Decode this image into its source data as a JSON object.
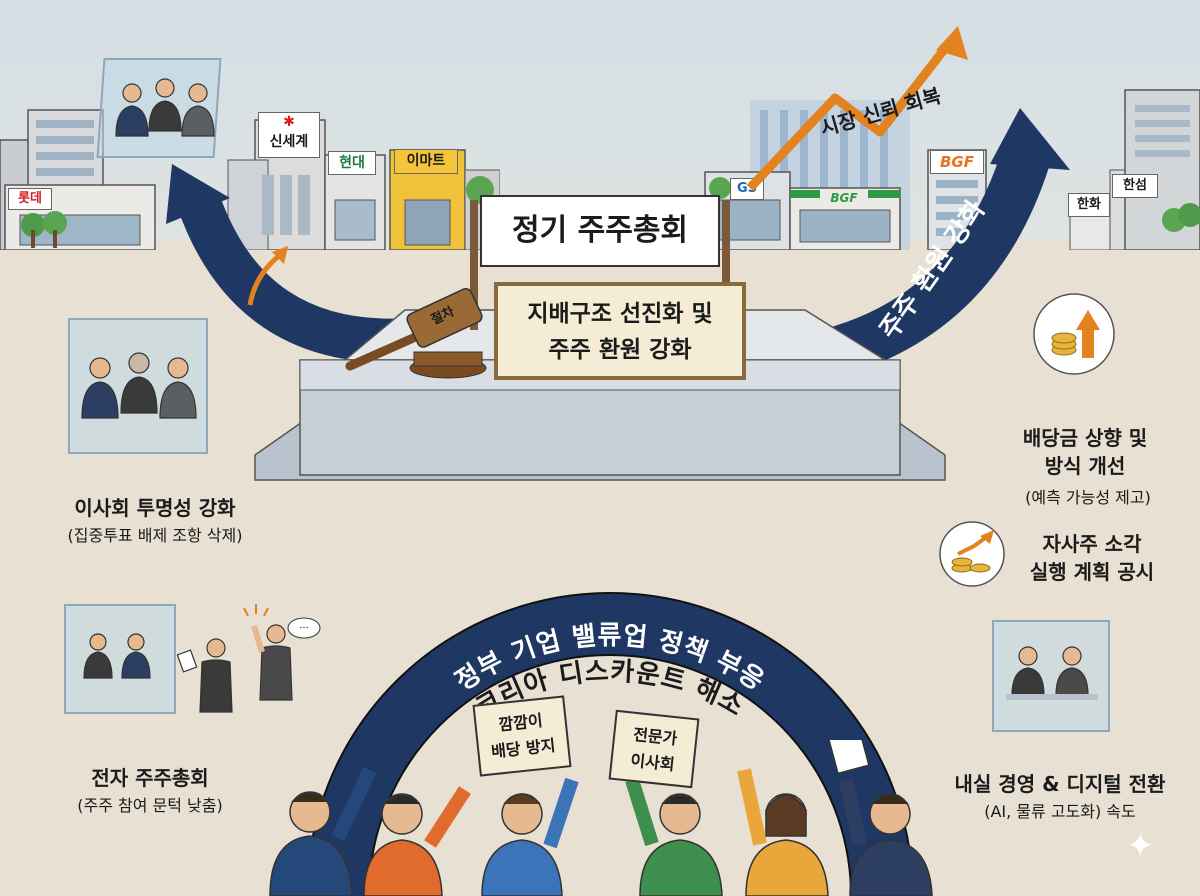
{
  "colors": {
    "sky": "#d7e1e6",
    "ground": "#e8e2d6",
    "navy": "#1f3863",
    "orange": "#e2831f",
    "paper": "#f5ecd6",
    "stage": "#c7d0d9"
  },
  "company_signs": {
    "lotte": "롯데",
    "shinsegae": "신세계",
    "hyundai": "현대",
    "emart": "이마트",
    "gs": "GS",
    "bgf_store": "BGF",
    "bgf_tower": "BGF",
    "hanwha": "한화",
    "hansem": "한섬"
  },
  "center": {
    "title": "정기 주주총회",
    "board_line1": "지배구조 선진화 및",
    "board_line2": "주주 환원 강화",
    "gavel_label": "절차"
  },
  "arrows": {
    "right_arrow_text": "주주 환원 강화",
    "market_text": "시장 신뢰 회복"
  },
  "left_items": {
    "board": {
      "title": "이사회 투명성 강화",
      "sub": "(집중투표 배제 조항 삭제)"
    },
    "electronic": {
      "title": "전자 주주총회",
      "sub": "(주주 참여 문턱 낮춤)"
    }
  },
  "right_items": {
    "dividend": {
      "title_line1": "배당금 상향 및",
      "title_line2": "방식 개선",
      "sub": "(예측 가능성 제고)"
    },
    "buyback": {
      "line1": "자사주 소각",
      "line2": "실행 계획 공시"
    },
    "management": {
      "title": "내실 경영 & 디지털 전환",
      "sub": "(AI, 물류 고도화) 속도"
    }
  },
  "arch": {
    "outer_text": "정부 기업 밸류업 정책 부응",
    "inner_text": "코리아 디스카운트 해소"
  },
  "placards": {
    "left_line1": "깜깜이",
    "left_line2": "배당 방지",
    "right_line1": "전문가",
    "right_line2": "이사회"
  }
}
